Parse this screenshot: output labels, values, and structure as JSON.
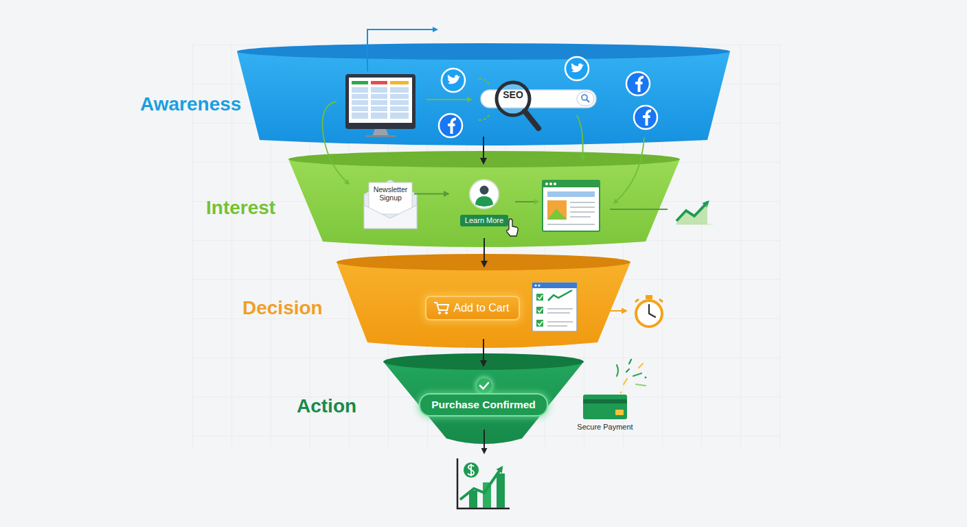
{
  "diagram": {
    "nodes": [
      {
        "text": [
          "Awareness"
        ]
      },
      {
        "text": [
          "SEO"
        ],
        "in": 0
      },
      {
        "text": [
          "Interest"
        ]
      },
      {
        "text": [
          "Newsletter Signup"
        ],
        "in": 2
      },
      {
        "text": [
          "Learn More"
        ],
        "in": 2
      },
      {
        "text": [
          "Decision"
        ]
      },
      {
        "text": [
          "Add to Cart"
        ],
        "in": 5
      },
      {
        "text": [
          "Action"
        ]
      },
      {
        "text": [
          "Purchase Confirmed"
        ],
        "in": 7
      }
    ],
    "edges": [
      {
        "from": 0,
        "to": 2,
        "arrow": "to"
      },
      {
        "from": 2,
        "to": 5,
        "arrow": "to"
      },
      {
        "from": 5,
        "to": 7,
        "arrow": "to"
      },
      {
        "from": 3,
        "to": 4,
        "arrow": "to"
      }
    ],
    "labels": [
      "Secure Payment"
    ]
  }
}
